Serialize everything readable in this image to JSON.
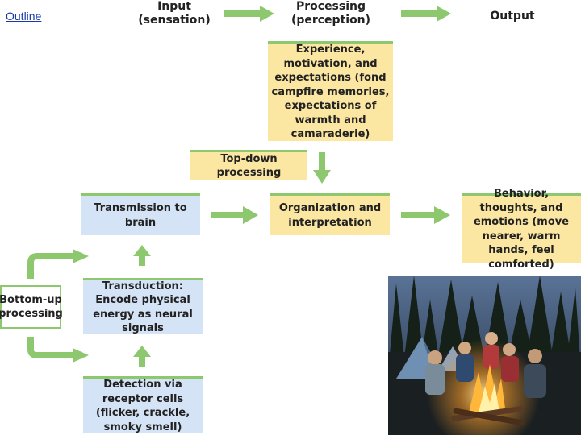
{
  "link": {
    "outline": "Outline"
  },
  "headers": {
    "input_line1": "Input",
    "input_line2": "(sensation)",
    "processing_line1": "Processing",
    "processing_line2": "(perception)",
    "output": "Output"
  },
  "boxes": {
    "experience": "Experience, motivation, and expectations (fond campfire memories, expectations of warmth and camaraderie)",
    "top_down": "Top-down processing",
    "transmission": "Transmission to brain",
    "organization": "Organization and interpretation",
    "behavior": "Behavior, thoughts, and emotions (move nearer, warm hands, feel comforted)",
    "bottom_up": "Bottom-up processing",
    "transduction": "Transduction: Encode physical energy as neural signals",
    "detection": "Detection via receptor cells (flicker, crackle, smoky smell)"
  },
  "colors": {
    "arrow": "#8dc86e",
    "yellow_box": "#fbe6a2",
    "blue_box": "#d4e3f5",
    "link": "#1a3aa8"
  }
}
